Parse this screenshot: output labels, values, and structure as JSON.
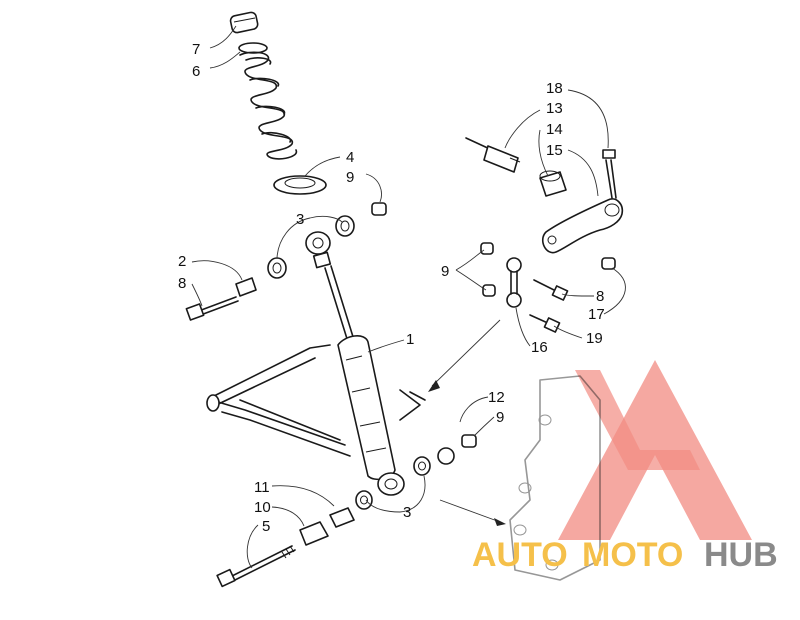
{
  "callouts": {
    "c7": "7",
    "c6": "6",
    "c4": "4",
    "c9a": "9",
    "c3a": "3",
    "c2": "2",
    "c8a": "8",
    "c1": "1",
    "c18": "18",
    "c13": "13",
    "c14": "14",
    "c15": "15",
    "c9b": "9",
    "c8b": "8",
    "c17": "17",
    "c19": "19",
    "c16": "16",
    "c12": "12",
    "c9c": "9",
    "c11": "11",
    "c10": "10",
    "c5": "5",
    "c3b": "3"
  },
  "watermark": {
    "text_part1": "AUTO",
    "text_part2": "MOTO",
    "text_part3": "HUB",
    "color_triangle": "#f28b82",
    "color_auto": "#f5c04a",
    "color_moto": "#f5c04a",
    "color_hub": "#8a8a8a",
    "icon": "triangle-logo-icon"
  }
}
